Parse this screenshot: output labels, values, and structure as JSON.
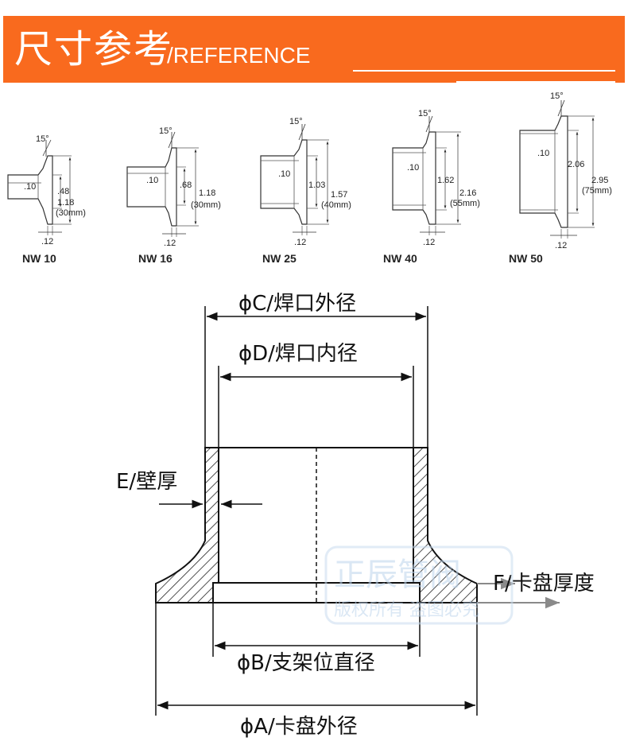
{
  "banner": {
    "title_cn": "尺寸参考",
    "title_en": "/REFERENCE",
    "color": "#f96a1e"
  },
  "flanges": [
    {
      "model": "NW 10",
      "angle": "15°",
      "bore": ".10",
      "dim_inner": ".48",
      "dim_outer": "1.18",
      "dim_outer_mm": "(30mm)",
      "thickness": ".12"
    },
    {
      "model": "NW 16",
      "angle": "15°",
      "bore": ".10",
      "dim_inner": ".68",
      "dim_outer": "1.18",
      "dim_outer_mm": "(30mm)",
      "thickness": ".12"
    },
    {
      "model": "NW 25",
      "angle": "15°",
      "bore": ".10",
      "dim_inner": "1.03",
      "dim_outer": "1.57",
      "dim_outer_mm": "(40mm)",
      "thickness": ".12"
    },
    {
      "model": "NW 40",
      "angle": "15°",
      "bore": ".10",
      "dim_inner": "1.62",
      "dim_outer": "2.16",
      "dim_outer_mm": "(55mm)",
      "thickness": ".12"
    },
    {
      "model": "NW 50",
      "angle": "15°",
      "bore": ".10",
      "dim_inner": "2.06",
      "dim_outer": "2.95",
      "dim_outer_mm": "(75mm)",
      "thickness": ".12"
    }
  ],
  "main_diagram": {
    "label_c": "ϕC/焊口外径",
    "label_d": "ϕD/焊口内径",
    "label_e": "E/壁厚",
    "label_f": "F/卡盘厚度",
    "label_b": "ϕB/支架位直径",
    "label_a": "ϕA/卡盘外径"
  },
  "watermark": {
    "line1": "正辰管阀",
    "line2": "版权所有 盗图必究"
  }
}
